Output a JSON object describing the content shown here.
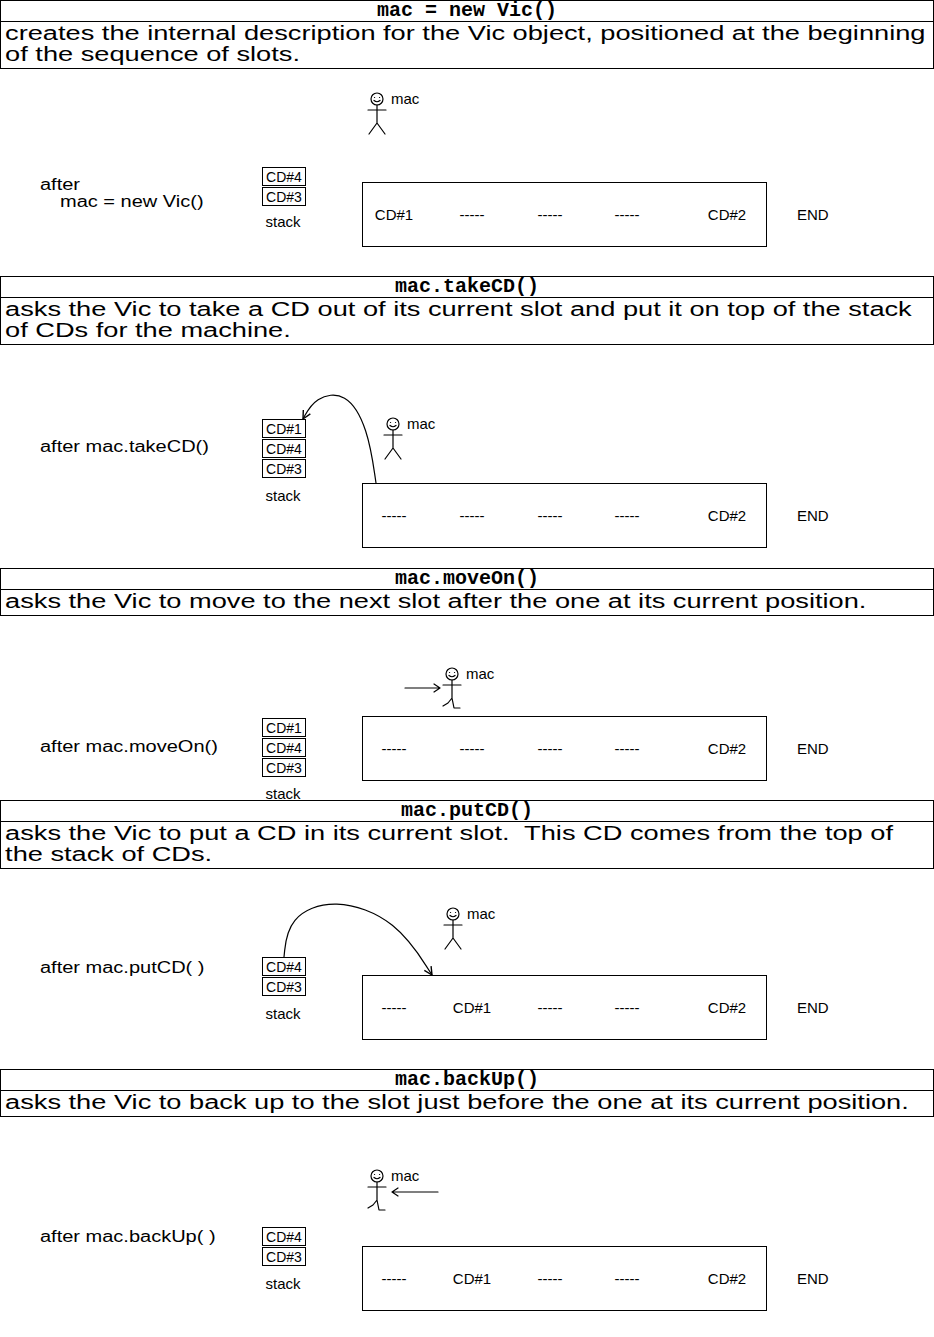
{
  "diagram": {
    "nodes": [
      {
        "text": [
          "mac = new Vic()",
          "creates the internal description for the Vic object, positioned at the beginning of the sequence of slots."
        ]
      },
      {
        "text": [
          "CD#4"
        ]
      },
      {
        "text": [
          "CD#3"
        ]
      },
      {
        "text": [
          "CD#1",
          "-----",
          "-----",
          "-----",
          "CD#2"
        ]
      },
      {
        "text": [
          "mac.takeCD()",
          "asks the Vic to take a CD out of its current slot and put it on top of the stack of CDs for the machine."
        ]
      },
      {
        "text": [
          "CD#1"
        ]
      },
      {
        "text": [
          "CD#4"
        ]
      },
      {
        "text": [
          "CD#3"
        ]
      },
      {
        "text": [
          "-----",
          "-----",
          "-----",
          "-----",
          "CD#2"
        ]
      },
      {
        "text": [
          "mac.moveOn()",
          "asks the Vic to move to the next slot after the one at its current position."
        ]
      },
      {
        "text": [
          "CD#1"
        ]
      },
      {
        "text": [
          "CD#4"
        ]
      },
      {
        "text": [
          "CD#3"
        ]
      },
      {
        "text": [
          "-----",
          "-----",
          "-----",
          "-----",
          "CD#2"
        ]
      },
      {
        "text": [
          "mac.putCD()",
          "asks the Vic to put a CD in its current slot.  This CD comes from the top of the stack of CDs."
        ]
      },
      {
        "text": [
          "CD#4"
        ]
      },
      {
        "text": [
          "CD#3"
        ]
      },
      {
        "text": [
          "-----",
          "CD#1",
          "-----",
          "-----",
          "CD#2"
        ]
      },
      {
        "text": [
          "mac.backUp()",
          "asks the Vic to back up to the slot just before the one at its current position."
        ]
      },
      {
        "text": [
          "CD#4"
        ]
      },
      {
        "text": [
          "CD#3"
        ]
      },
      {
        "text": [
          "-----",
          "CD#1",
          "-----",
          "-----",
          "CD#2"
        ]
      }
    ],
    "edges": [
      {
        "from": 8,
        "to": 5,
        "arrow": "to"
      },
      {
        "from": 15,
        "to": 17,
        "arrow": "to"
      }
    ],
    "labels": [
      "mac",
      "after mac = new Vic()",
      "END",
      "stack",
      "mac",
      "after mac.takeCD()",
      "END",
      "stack",
      "mac",
      "after mac.moveOn()",
      "END",
      "stack",
      "mac",
      "after mac.putCD( )",
      "END",
      "stack",
      "mac",
      "after mac.backUp( )",
      "END",
      "stack"
    ]
  }
}
